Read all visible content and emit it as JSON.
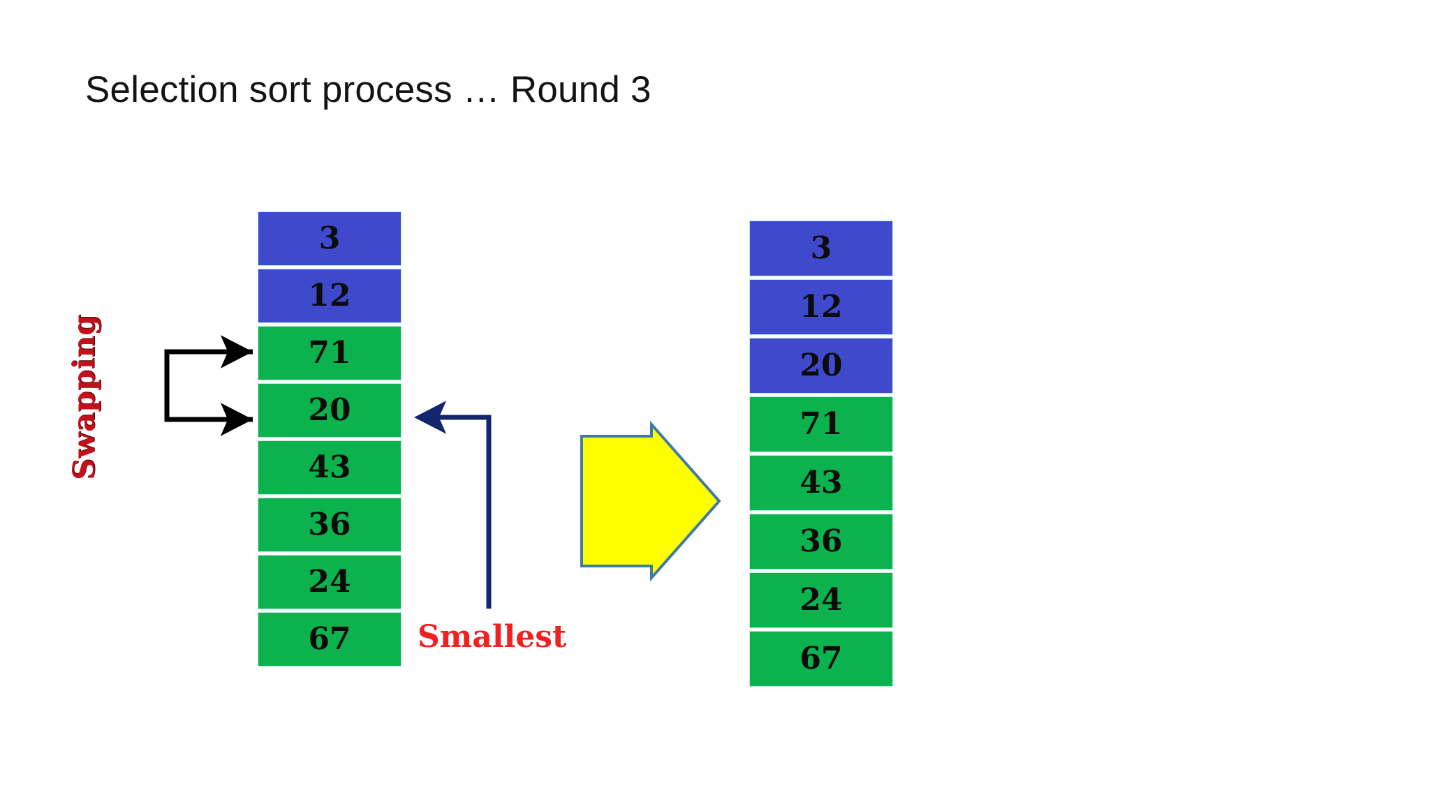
{
  "slide": {
    "title": "Selection sort process … Round 3",
    "background_color": "#ffffff"
  },
  "palette": {
    "sorted_cell": "#3E4ACB",
    "unsorted_cell": "#0BB24D",
    "cell_border": "#B8F0DD",
    "cell_text": "#0B0B0B",
    "swapping_text": "#C3111B",
    "smallest_text": "#F32020",
    "smallest_arrow": "#12256E",
    "swap_arrow": "#000000",
    "transition_arrow_fill": "#FFFF00",
    "transition_arrow_stroke": "#3E7CA6",
    "title_text": "#131313"
  },
  "arrays": {
    "before": {
      "name": "array-before-swap",
      "cells": [
        {
          "value": "3",
          "state": "sorted"
        },
        {
          "value": "12",
          "state": "sorted"
        },
        {
          "value": "71",
          "state": "unsorted"
        },
        {
          "value": "20",
          "state": "unsorted"
        },
        {
          "value": "43",
          "state": "unsorted"
        },
        {
          "value": "36",
          "state": "unsorted"
        },
        {
          "value": "24",
          "state": "unsorted"
        },
        {
          "value": "67",
          "state": "unsorted"
        }
      ]
    },
    "after": {
      "name": "array-after-swap",
      "cells": [
        {
          "value": "3",
          "state": "sorted"
        },
        {
          "value": "12",
          "state": "sorted"
        },
        {
          "value": "20",
          "state": "sorted"
        },
        {
          "value": "71",
          "state": "unsorted"
        },
        {
          "value": "43",
          "state": "unsorted"
        },
        {
          "value": "36",
          "state": "unsorted"
        },
        {
          "value": "24",
          "state": "unsorted"
        },
        {
          "value": "67",
          "state": "unsorted"
        }
      ]
    }
  },
  "annotations": {
    "swapping_label": "Swapping",
    "smallest_label": "Smallest",
    "swap_source_value": "71",
    "swap_target_value": "20",
    "smallest_value": "20",
    "transition_arrow": "right-block-arrow"
  }
}
